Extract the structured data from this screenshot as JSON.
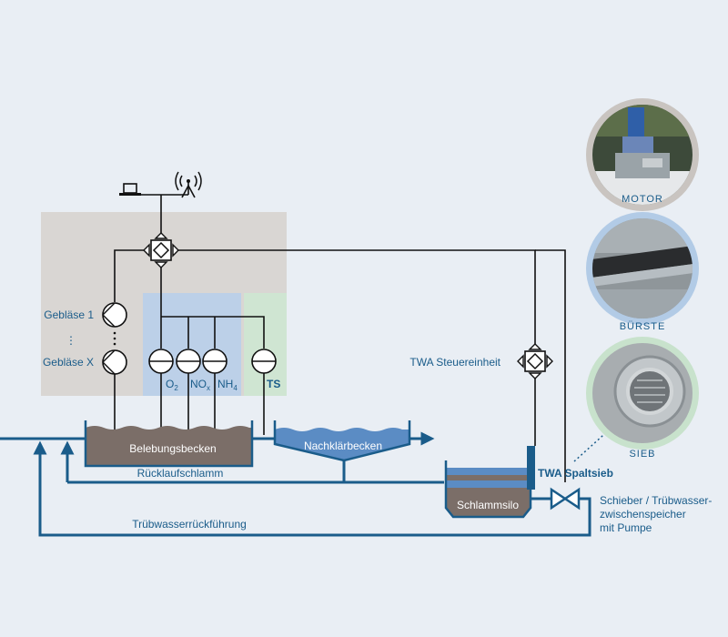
{
  "labels": {
    "geblaese1": "Gebläse 1",
    "geblaeseX": "Gebläse X",
    "dots": "⋮",
    "o2": "O",
    "o2_sub": "2",
    "nox": "NO",
    "nox_sub": "x",
    "nh4": "NH",
    "nh4_sub": "4",
    "ts": "TS",
    "belebungsbecken": "Belebungsbecken",
    "nachklaerbecken": "Nachklärbecken",
    "ruecklaufschlamm": "Rücklaufschlamm",
    "schlammsilo": "Schlammsilo",
    "twa_steuer": "TWA Steuereinheit",
    "twa_spaltsieb": "TWA Spaltsieb",
    "schieber_1": "Schieber / Trübwasser-",
    "schieber_2": "zwischenspeicher",
    "schieber_3": "mit Pumpe",
    "truebwasser": "Trübwasserrückführung",
    "motor": "MOTOR",
    "buerste": "BÜRSTE",
    "sieb": "SIEB"
  },
  "colors": {
    "background": "#e9eef4",
    "flow_blue": "#1a5c8a",
    "tank_brown": "#7b6e68",
    "water_blue": "#5b8cc4",
    "control_gray": "#d9d6d3",
    "sensor_blue": "#bcd0e8",
    "ts_green": "#cfe5d2",
    "circle_gray": "#c9c4c0",
    "circle_blue": "#b2cbe6",
    "circle_green": "#c8e2cc"
  },
  "icons": [
    "laptop-icon",
    "antenna-icon",
    "network-node-icon",
    "valve-icon",
    "pump-icon"
  ]
}
